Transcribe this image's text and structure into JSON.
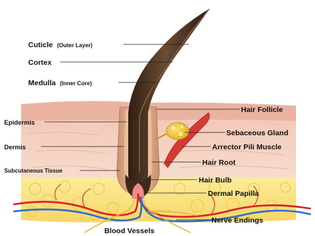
{
  "labels": {
    "cuticle": {
      "main": "Cuticle",
      "sub": "(Outer Layer)"
    },
    "cortex": {
      "main": "Cortex"
    },
    "medulla": {
      "main": "Medulla",
      "sub": "(Inner Core)"
    },
    "epidermis": "Epidermis",
    "dermis": "Dermis",
    "subcutaneous": "Subcutaneous Tissue",
    "blood_vessels": "Blood Vessels",
    "hair_follicle": "Hair Follicle",
    "sebaceous_gland": "Sebaceous Gland",
    "arrector_pili": "Arrector Pili Muscle",
    "hair_root": "Hair Root",
    "hair_bulb": "Hair Bulb",
    "dermal_papilla": "Dermal Papilla",
    "nerve_endings": "Nerve Endings"
  },
  "colors": {
    "skin_top": "#efc3b3",
    "dermis": "#f4d3c3",
    "fat": "#f7e27a",
    "hair": "#4a3424",
    "follicle": "#d9a98b",
    "gland": "#f2cc2c",
    "muscle": "#d23a32",
    "artery": "#d8232a",
    "vein": "#2f6fc9",
    "nerve": "#e8b53c"
  }
}
